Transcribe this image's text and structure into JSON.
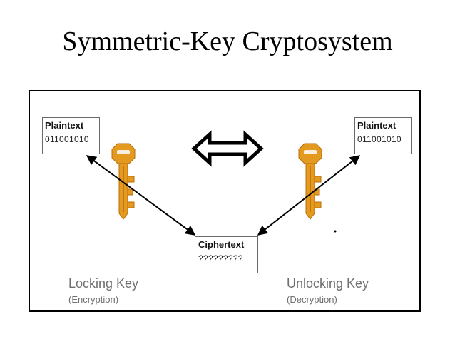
{
  "title": "Symmetric-Key Cryptosystem",
  "left_box": {
    "heading": "Plaintext",
    "bits": "011001010"
  },
  "right_box": {
    "heading": "Plaintext",
    "bits": "011001010"
  },
  "center_box": {
    "heading": "Ciphertext",
    "bits": "?????????"
  },
  "left_caption": {
    "main": "Locking Key",
    "sub": "(Encryption)"
  },
  "right_caption": {
    "main": "Unlocking Key",
    "sub": "(Decryption)"
  },
  "colors": {
    "key": "#e39a1f",
    "key_dark": "#b86e0c",
    "caption": "#6f6f6f"
  },
  "icons": [
    "key-icon",
    "double-arrow-icon"
  ]
}
